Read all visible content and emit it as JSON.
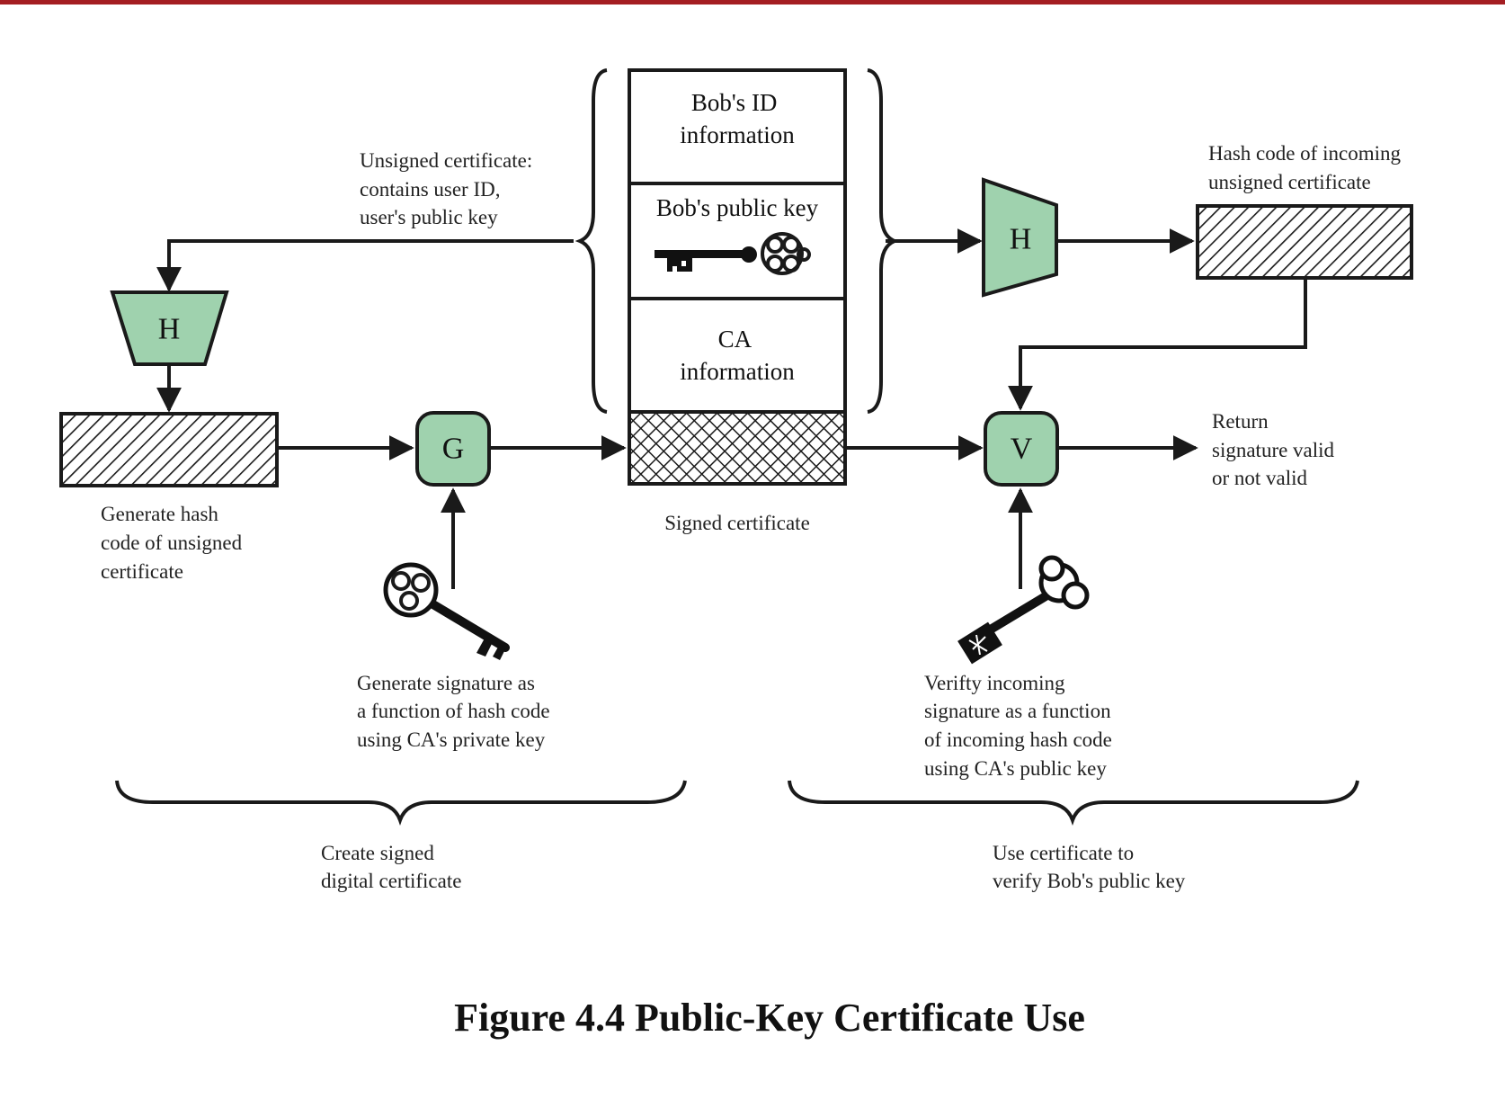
{
  "labels": {
    "unsigned_cert": [
      "Unsigned certificate:",
      "contains user ID,",
      "user's public key"
    ],
    "generate_hash": [
      "Generate hash",
      "code of unsigned",
      "certificate"
    ],
    "signed_cert": "Signed certificate",
    "hash_incoming": [
      "Hash code of incoming",
      "unsigned certificate"
    ],
    "return_result": [
      "Return",
      "signature valid",
      "or not valid"
    ],
    "generate_signature": [
      "Generate signature as",
      "a function of hash code",
      "using CA's private key"
    ],
    "verify_signature": [
      "Verifty incoming",
      "signature as a function",
      "of incoming  hash code",
      "using CA's public key"
    ],
    "create_signed": [
      "Create signed",
      "digital certificate"
    ],
    "use_certificate": [
      "Use certificate to",
      "verify Bob's public key"
    ]
  },
  "certificate_fields": {
    "id_info": [
      "Bob's ID",
      "information"
    ],
    "public_key": "Bob's public key",
    "ca_info": [
      "CA",
      "information"
    ]
  },
  "functions": {
    "hash_left": "H",
    "hash_right": "H",
    "generate": "G",
    "verify": "V"
  },
  "caption": "Figure 4.4  Public-Key Certificate Use",
  "colors": {
    "function_fill": "#9fd2ae",
    "top_bar": "#a41e22",
    "line": "#1a1a1a"
  },
  "icons": [
    "public-key-icon",
    "private-key-icon",
    "ca-public-key-icon"
  ]
}
